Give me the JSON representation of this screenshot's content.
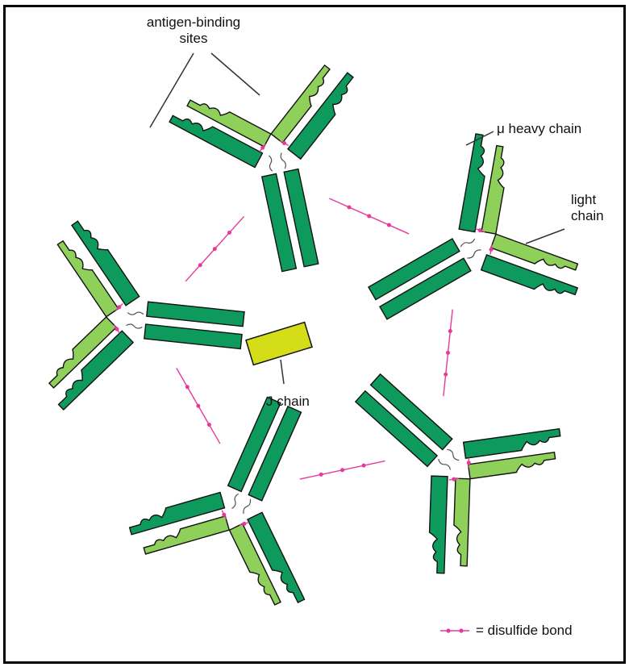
{
  "labels": {
    "antigen_line1": "antigen-binding",
    "antigen_line2": "sites",
    "heavy": "μ heavy chain",
    "light_line1": "light",
    "light_line2": "chain",
    "jchain": "J chain",
    "legend": "= disulfide bond"
  },
  "colors": {
    "heavy_chain": "#0e9a5c",
    "light_chain": "#8fd05a",
    "j_chain": "#d4dd17",
    "disulfide_bond": "#e8389c",
    "outline": "#111111"
  }
}
